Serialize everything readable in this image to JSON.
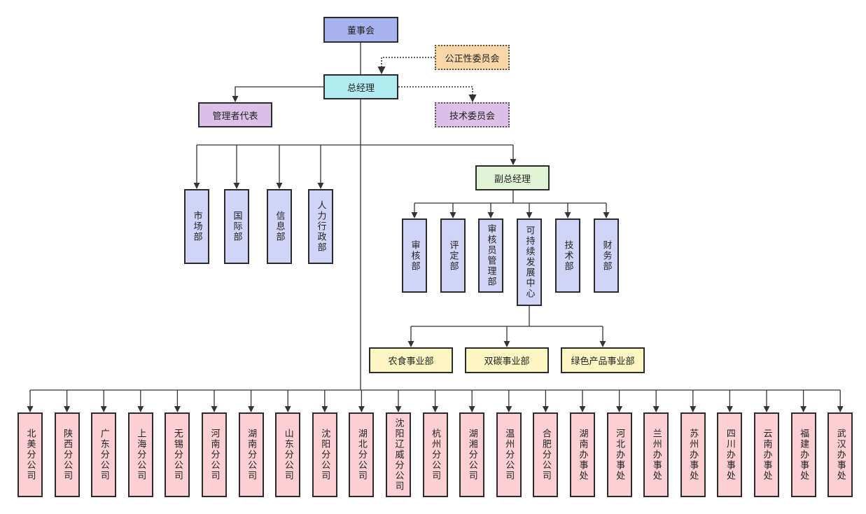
{
  "board": "董事会",
  "fairness_committee": "公正性委员会",
  "general_manager": "总经理",
  "mgmt_rep": "管理者代表",
  "tech_committee": "技术委员会",
  "left_depts": [
    "市场部",
    "国际部",
    "信息部",
    "人力行政部"
  ],
  "deputy_gm": "副总经理",
  "deputy_depts": [
    "审核部",
    "评定部",
    "审核员管理部",
    "可持续发展中心",
    "技术部",
    "财务部"
  ],
  "sustain_units": [
    "农食事业部",
    "双碳事业部",
    "绿色产品事业部"
  ],
  "branches": [
    "北美分公司",
    "陕西分公司",
    "广东分公司",
    "上海分公司",
    "无锡分公司",
    "河南分公司",
    "湖南分公司",
    "山东分公司",
    "沈阳分公司",
    "湖北分公司",
    "沈阳辽威分公司",
    "杭州分公司",
    "湖湘分公司",
    "温州分公司",
    "合肥分公司",
    "湖南办事处",
    "河北办事处",
    "兰州办事处",
    "苏州办事处",
    "四川办事处",
    "云南办事处",
    "福建办事处",
    "武汉办事处"
  ],
  "colors": {
    "board": "#a8b4f0",
    "general_manager": "#b3ebf2",
    "committee_purple": "#dcc0e8",
    "committee_orange": "#fad7a8",
    "deputy": "#e2f4d6",
    "dept": "#d0d4f6",
    "unit": "#fdf6c2",
    "branch": "#fccfd2"
  }
}
